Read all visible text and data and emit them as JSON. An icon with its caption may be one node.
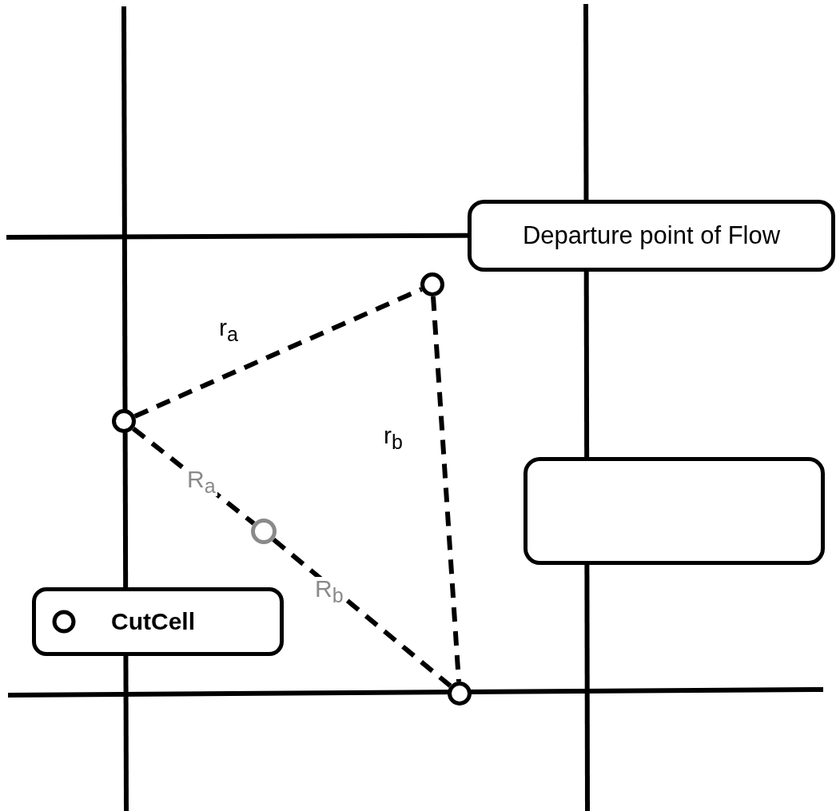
{
  "diagram": {
    "nodes": [
      {
        "text": [
          "Departure point of Flow"
        ]
      },
      {
        "text": [],
        "shape": "circle"
      },
      {
        "text": [],
        "shape": "circle"
      },
      {
        "text": [],
        "shape": "box"
      },
      {
        "text": [],
        "shape": "circle"
      },
      {
        "text": [],
        "shape": "circle"
      }
    ],
    "edges": [
      {
        "from": 2,
        "to": 1,
        "arrow": "none",
        "label": "r$_{a}$",
        "style": "dashed"
      },
      {
        "from": 1,
        "to": 5,
        "arrow": "none",
        "label": "r$_{b}$",
        "style": "dashed"
      },
      {
        "from": 2,
        "to": 4,
        "arrow": "none",
        "label": "R$_{a}$",
        "style": "dashed"
      },
      {
        "from": 4,
        "to": 5,
        "arrow": "none",
        "label": "R$_{b}$",
        "style": "dashed"
      }
    ],
    "legend": [
      {
        "text": "CutCell"
      }
    ]
  }
}
